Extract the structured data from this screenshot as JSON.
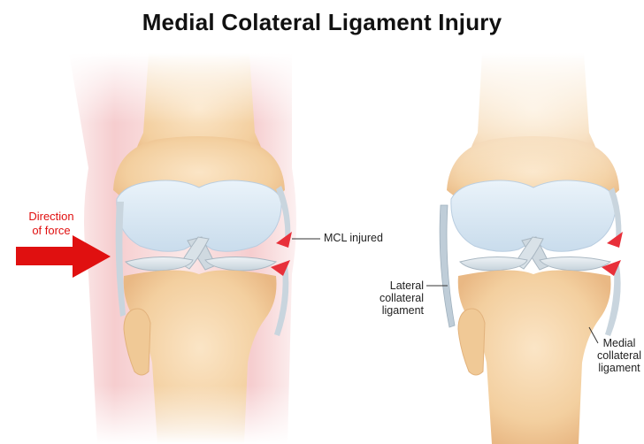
{
  "title": "Medial Colateral Ligament Injury",
  "labels": {
    "force_line1": "Direction",
    "force_line2": "of force",
    "mcl_injured": "MCL injured",
    "lcl_line1": "Lateral",
    "lcl_line2": "collateral",
    "lcl_line3": "ligament",
    "mcl_line1": "Medial",
    "mcl_line2": "collateral",
    "mcl_line3": "ligament"
  },
  "colors": {
    "force": "#e01010",
    "injury": "#e8303a",
    "skin": "#f6cfcf",
    "bone": "#f5d6ad",
    "cartilage": "#dbe9f4",
    "ligament": "#c8d6df"
  }
}
